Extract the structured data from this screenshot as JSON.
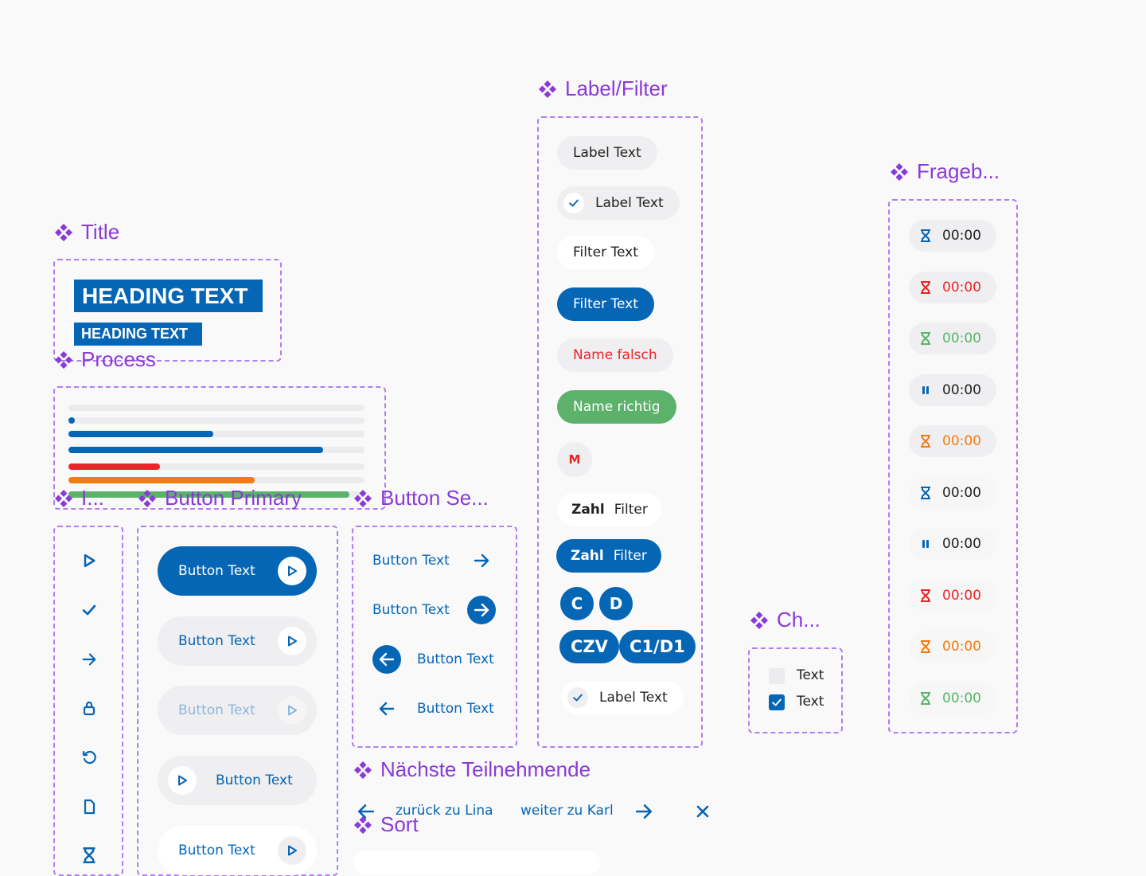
{
  "sections": {
    "label_filter": "Label/Filter",
    "frageb": "Frageb...",
    "title": "Title",
    "process": "Process",
    "icons": "I...",
    "button_primary": "Button Primary",
    "button_secondary": "Button Se...",
    "checkbox": "Ch...",
    "next_participants": "Nächste Teilnehmende",
    "sort": "Sort"
  },
  "title_block": {
    "heading_large": "HEADING TEXT",
    "heading_small": "HEADING TEXT"
  },
  "process_bars": [
    {
      "fraction": 0.02,
      "color": "#0566b5"
    },
    {
      "fraction": 0.49,
      "color": "#0566b5"
    },
    {
      "fraction": 0.86,
      "color": "#0566b5"
    },
    {
      "fraction": 0.31,
      "color": "#e8262a"
    },
    {
      "fraction": 0.63,
      "color": "#f27c14"
    },
    {
      "fraction": 0.95,
      "color": "#5cb26a"
    }
  ],
  "icons": [
    "play-icon",
    "check-icon",
    "arrow-right-icon",
    "lock-icon",
    "refresh-icon",
    "document-icon",
    "hourglass-icon"
  ],
  "primary_buttons": [
    "Button Text",
    "Button Text",
    "Button Text",
    "Button Text",
    "Button Text"
  ],
  "secondary_buttons": [
    "Button Text",
    "Button Text",
    "Button Text",
    "Button Text"
  ],
  "labels": {
    "label1": "Label Text",
    "label2": "Label Text",
    "filter1": "Filter Text",
    "filter2": "Filter Text",
    "name_wrong": "Name falsch",
    "name_right": "Name richtig",
    "m": "M",
    "zahl1": "Zahl",
    "filter3": "Filter",
    "zahl2": "Zahl",
    "filter4": "Filter",
    "c": "C",
    "d": "D",
    "czv": "CZV",
    "c1d1": "C1/D1",
    "label3": "Label Text"
  },
  "timers": [
    {
      "time": "00:00",
      "icon": "hourglass-icon",
      "color": "#0566b5"
    },
    {
      "time": "00:00",
      "icon": "hourglass-icon",
      "color": "#e8262a"
    },
    {
      "time": "00:00",
      "icon": "hourglass-icon",
      "color": "#5cb26a"
    },
    {
      "time": "00:00",
      "icon": "pause-icon",
      "color": "#0566b5"
    },
    {
      "time": "00:00",
      "icon": "hourglass-icon",
      "color": "#f27c14"
    },
    {
      "time": "00:00",
      "icon": "hourglass-icon",
      "color": "#0566b5"
    },
    {
      "time": "00:00",
      "icon": "pause-icon",
      "color": "#0566b5"
    },
    {
      "time": "00:00",
      "icon": "hourglass-icon",
      "color": "#e8262a"
    },
    {
      "time": "00:00",
      "icon": "hourglass-icon",
      "color": "#f27c14"
    },
    {
      "time": "00:00",
      "icon": "hourglass-icon",
      "color": "#5cb26a"
    }
  ],
  "checkbox": {
    "item1": "Text",
    "item2": "Text"
  },
  "nav": {
    "back": "zurück zu Lina",
    "forward": "weiter zu Karl"
  },
  "colors": {
    "primary": "#0566b5",
    "accent": "#8a3ad8",
    "error": "#e8262a",
    "success": "#5cb26a",
    "warning": "#f27c14"
  }
}
